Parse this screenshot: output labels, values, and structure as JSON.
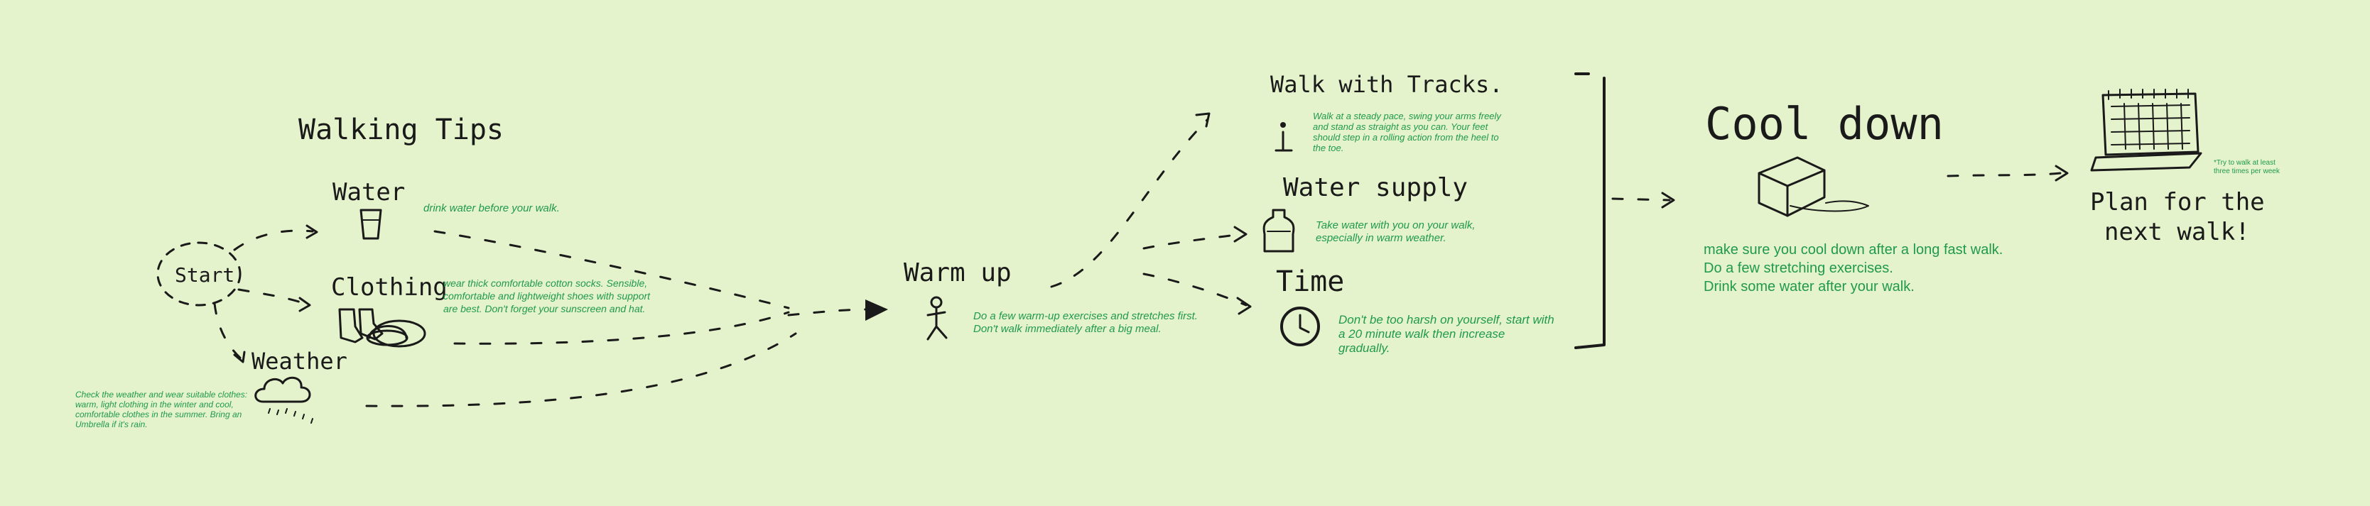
{
  "title": "Walking Tips",
  "start": {
    "label": "Start"
  },
  "water": {
    "label": "Water",
    "note": "drink water before your walk."
  },
  "clothing": {
    "label": "Clothing",
    "note_lines": [
      "wear thick comfortable cotton socks. Sensible,",
      "comfortable and lightweight shoes with support",
      "are best. Don't forget your sunscreen and hat."
    ]
  },
  "weather": {
    "label": "Weather",
    "note_lines": [
      "Check the weather and wear suitable clothes:",
      "warm, light clothing in the winter and cool,",
      "comfortable clothes in the summer. Bring an",
      "Umbrella if it's rain."
    ]
  },
  "warmup": {
    "label": "Warm up",
    "note_lines": [
      "Do a few warm-up exercises and stretches first.",
      "Don't walk immediately after a big meal."
    ]
  },
  "walk_tracks": {
    "label": "Walk with Tracks.",
    "note_lines": [
      "Walk at a steady pace, swing your arms freely",
      "and stand as straight as you can. Your feet",
      "should step in a rolling action from the heel to",
      "the toe."
    ]
  },
  "water_supply": {
    "label": "Water supply",
    "note_lines": [
      "Take water with you on your walk,",
      "especially in warm weather."
    ]
  },
  "time": {
    "label": "Time",
    "note_lines": [
      "Don't be too harsh on yourself, start with",
      "a 20 minute walk then increase",
      "gradually."
    ]
  },
  "cooldown": {
    "label": "Cool down",
    "note_lines": [
      "make sure you cool down after a long fast walk.",
      "Do a few stretching exercises.",
      "Drink some water after your walk."
    ]
  },
  "plan": {
    "label_lines": [
      "Plan for the",
      "next walk!"
    ],
    "note_lines": [
      "*Try to walk at least",
      "three times per week"
    ]
  }
}
